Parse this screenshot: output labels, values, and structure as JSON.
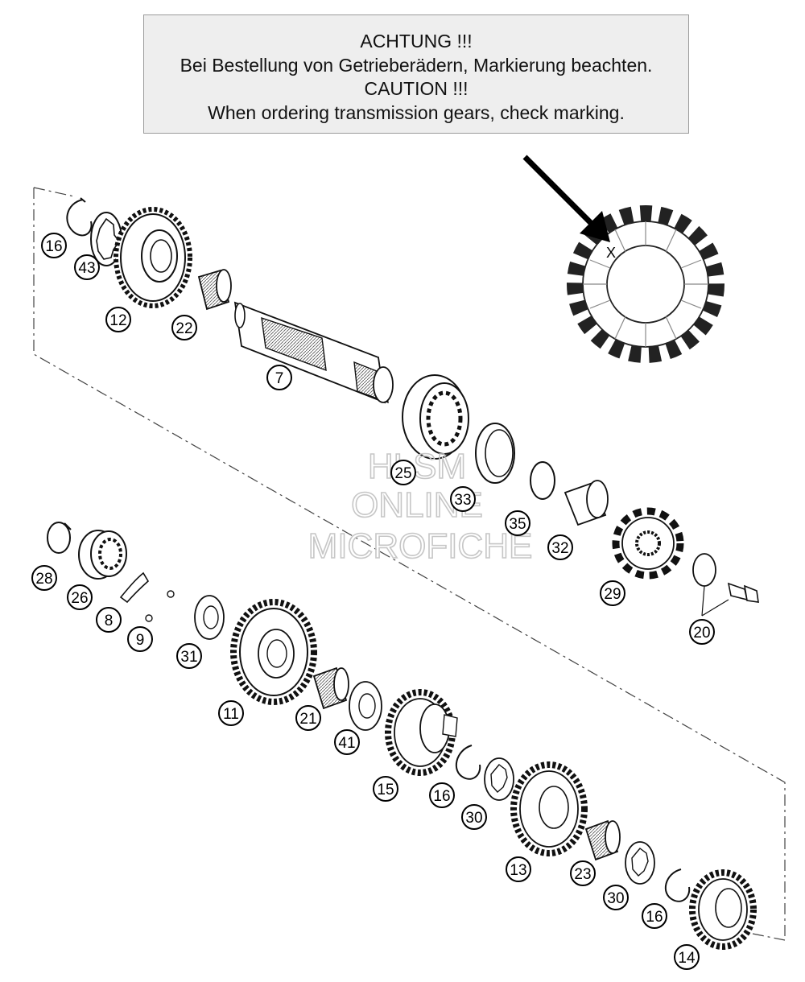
{
  "notice": {
    "line1": "ACHTUNG !!!",
    "line2": "Bei Bestellung von Getrieberädern, Markierung beachten.",
    "line3": "CAUTION !!!",
    "line4": "When ordering transmission gears, check marking."
  },
  "watermark": {
    "line1": "HLSM",
    "line2": "ONLINE",
    "line3": "MICROFICHE"
  },
  "marking_symbol": "X",
  "callouts": [
    {
      "id": "c16a",
      "label": "16"
    },
    {
      "id": "c43",
      "label": "43"
    },
    {
      "id": "c12",
      "label": "12"
    },
    {
      "id": "c22",
      "label": "22"
    },
    {
      "id": "c7",
      "label": "7"
    },
    {
      "id": "c25",
      "label": "25"
    },
    {
      "id": "c33",
      "label": "33"
    },
    {
      "id": "c35",
      "label": "35"
    },
    {
      "id": "c32",
      "label": "32"
    },
    {
      "id": "c29",
      "label": "29"
    },
    {
      "id": "c20",
      "label": "20"
    },
    {
      "id": "c28",
      "label": "28"
    },
    {
      "id": "c26",
      "label": "26"
    },
    {
      "id": "c8",
      "label": "8"
    },
    {
      "id": "c9",
      "label": "9"
    },
    {
      "id": "c31",
      "label": "31"
    },
    {
      "id": "c11",
      "label": "11"
    },
    {
      "id": "c21",
      "label": "21"
    },
    {
      "id": "c41",
      "label": "41"
    },
    {
      "id": "c15",
      "label": "15"
    },
    {
      "id": "c16b",
      "label": "16"
    },
    {
      "id": "c30a",
      "label": "30"
    },
    {
      "id": "c13",
      "label": "13"
    },
    {
      "id": "c23",
      "label": "23"
    },
    {
      "id": "c30b",
      "label": "30"
    },
    {
      "id": "c16c",
      "label": "16"
    },
    {
      "id": "c14",
      "label": "14"
    }
  ]
}
